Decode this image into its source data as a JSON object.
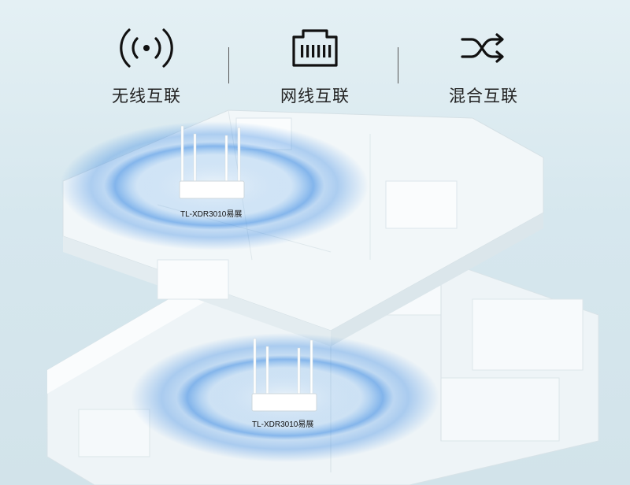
{
  "features": [
    {
      "icon": "wireless-signal-icon",
      "label": "无线互联"
    },
    {
      "icon": "ethernet-port-icon",
      "label": "网线互联"
    },
    {
      "icon": "shuffle-icon",
      "label": "混合互联"
    }
  ],
  "routers": [
    {
      "label": "TL-XDR3010易展"
    },
    {
      "label": "TL-XDR3010易展"
    }
  ],
  "colors": {
    "signal": "#1f7fe0",
    "floor": "#f4f8fa",
    "wall": "#ffffff"
  }
}
